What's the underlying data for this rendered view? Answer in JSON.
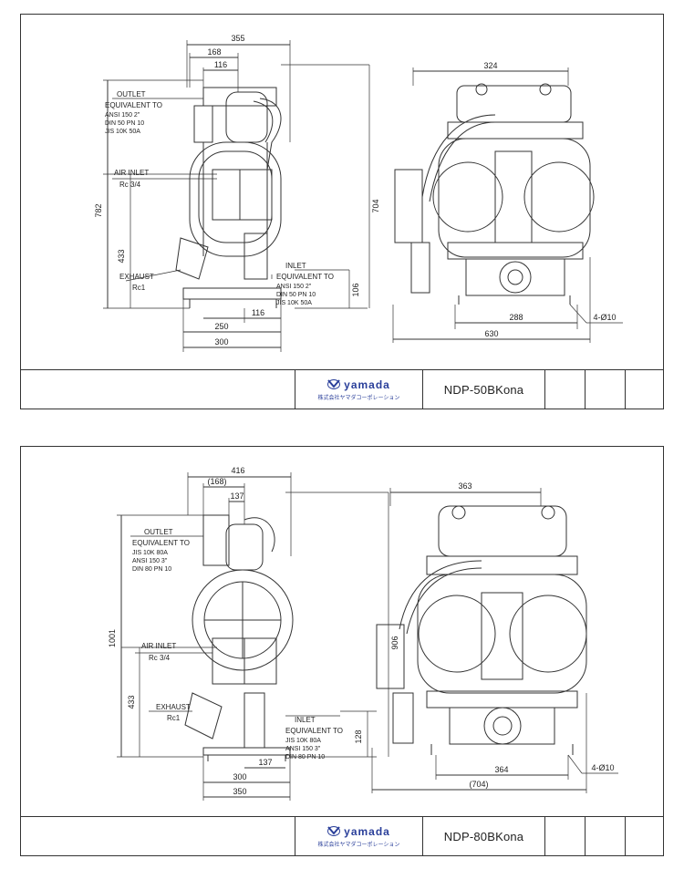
{
  "sheets": [
    {
      "model": "NDP-50BKona",
      "logo": "yamada",
      "logo_sub": "株式会社ヤマダコーポレーション",
      "dims": {
        "d355": "355",
        "d168": "168",
        "d116_top": "116",
        "d782": "782",
        "d433": "433",
        "d704": "704",
        "d106": "106",
        "d116_bot": "116",
        "d250": "250",
        "d300": "300",
        "d324": "324",
        "d288": "288",
        "d630": "630",
        "holes": "4-Ø10"
      },
      "labels": {
        "outlet": "OUTLET",
        "outlet_eq": "EQUIVALENT TO",
        "outlet_1": "ANSI 150 2\"",
        "outlet_2": "DIN 50 PN 10",
        "outlet_3": "JIS 10K 50A",
        "air_inlet": "AIR INLET",
        "air_inlet_size": "Rc 3/4",
        "exhaust": "EXHAUST",
        "exhaust_size": "Rc1",
        "inlet": "INLET",
        "inlet_eq": "EQUIVALENT TO",
        "inlet_1": "ANSI 150 2\"",
        "inlet_2": "DIN 50 PN 10",
        "inlet_3": "JIS 10K 50A"
      }
    },
    {
      "model": "NDP-80BKona",
      "logo": "yamada",
      "logo_sub": "株式会社ヤマダコーポレーション",
      "dims": {
        "d416": "416",
        "d168": "(168)",
        "d137_top": "137",
        "d1001": "1001",
        "d433": "433",
        "d906": "906",
        "d128": "128",
        "d137_bot": "137",
        "d300": "300",
        "d350": "350",
        "d363": "363",
        "d364": "364",
        "d704": "(704)",
        "holes": "4-Ø10"
      },
      "labels": {
        "outlet": "OUTLET",
        "outlet_eq": "EQUIVALENT TO",
        "outlet_1": "JIS 10K 80A",
        "outlet_2": "ANSI 150 3\"",
        "outlet_3": "DIN 80 PN 10",
        "air_inlet": "AIR INLET",
        "air_inlet_size": "Rc 3/4",
        "exhaust": "EXHAUST",
        "exhaust_size": "Rc1",
        "inlet": "INLET",
        "inlet_eq": "EQUIVALENT TO",
        "inlet_1": "JIS 10K 80A",
        "inlet_2": "ANSI 150 3\"",
        "inlet_3": "DIN 80 PN 10"
      }
    }
  ],
  "colors": {
    "line": "#333333",
    "brand": "#2a3f9a"
  }
}
